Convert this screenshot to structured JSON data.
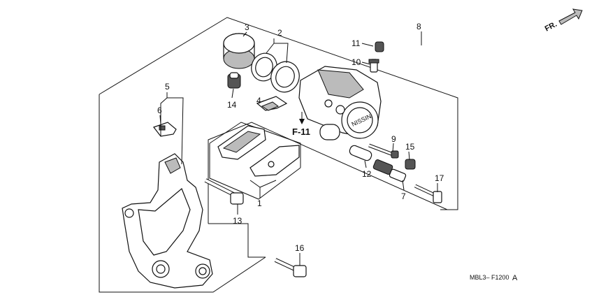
{
  "labels": {
    "p1": "1",
    "p2": "2",
    "p3": "3",
    "p4": "4",
    "p5": "5",
    "p6": "6",
    "p7": "7",
    "p8": "8",
    "p9": "9",
    "p10": "10",
    "p11": "11",
    "p12": "12",
    "p13": "13",
    "p14": "14",
    "p15": "15",
    "p16": "16",
    "p17": "17"
  },
  "figure_ref": "F-11",
  "front_marker": "FR.",
  "diagram_code": "MBL3– F1200",
  "diagram_suffix": "A",
  "caliper_logo": "NISSIN"
}
